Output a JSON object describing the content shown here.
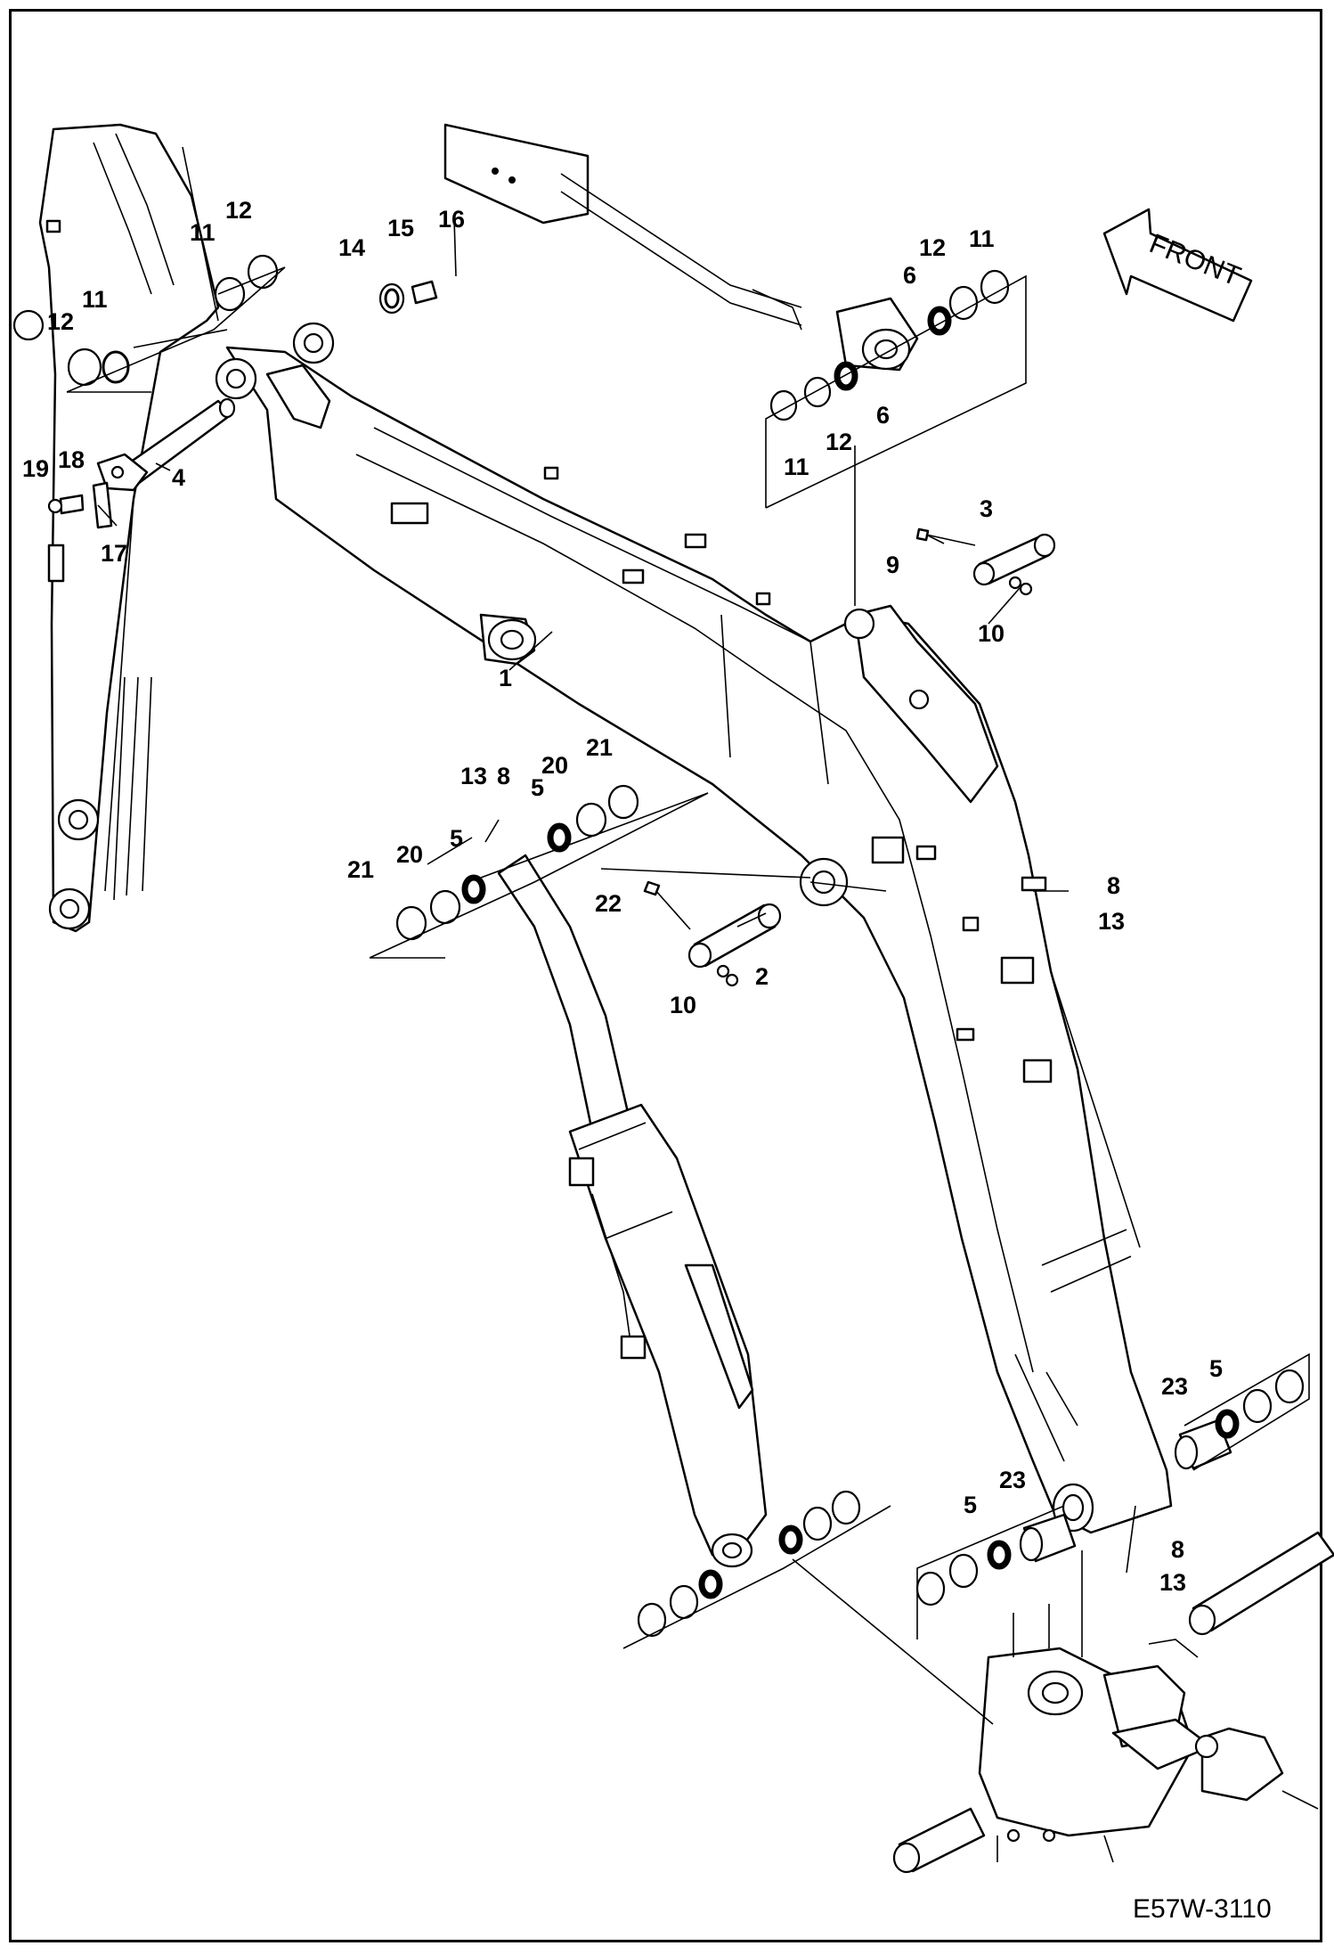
{
  "drawing": {
    "code": "E57W-3110",
    "front_label": "FRONT",
    "callouts": [
      {
        "id": "c1",
        "text": "1"
      },
      {
        "id": "c2",
        "text": "2"
      },
      {
        "id": "c3",
        "text": "3"
      },
      {
        "id": "c4",
        "text": "4"
      },
      {
        "id": "c5a",
        "text": "5"
      },
      {
        "id": "c5b",
        "text": "5"
      },
      {
        "id": "c5c",
        "text": "5"
      },
      {
        "id": "c5d",
        "text": "5"
      },
      {
        "id": "c6a",
        "text": "6"
      },
      {
        "id": "c6b",
        "text": "6"
      },
      {
        "id": "c8a",
        "text": "8"
      },
      {
        "id": "c8b",
        "text": "8"
      },
      {
        "id": "c8c",
        "text": "8"
      },
      {
        "id": "c9",
        "text": "9"
      },
      {
        "id": "c10a",
        "text": "10"
      },
      {
        "id": "c10b",
        "text": "10"
      },
      {
        "id": "c11a",
        "text": "11"
      },
      {
        "id": "c11b",
        "text": "11"
      },
      {
        "id": "c11c",
        "text": "11"
      },
      {
        "id": "c11d",
        "text": "11"
      },
      {
        "id": "c12a",
        "text": "12"
      },
      {
        "id": "c12b",
        "text": "12"
      },
      {
        "id": "c12c",
        "text": "12"
      },
      {
        "id": "c12d",
        "text": "12"
      },
      {
        "id": "c13a",
        "text": "13"
      },
      {
        "id": "c13b",
        "text": "13"
      },
      {
        "id": "c13c",
        "text": "13"
      },
      {
        "id": "c14",
        "text": "14"
      },
      {
        "id": "c15",
        "text": "15"
      },
      {
        "id": "c16",
        "text": "16"
      },
      {
        "id": "c17",
        "text": "17"
      },
      {
        "id": "c18",
        "text": "18"
      },
      {
        "id": "c19",
        "text": "19"
      },
      {
        "id": "c20a",
        "text": "20"
      },
      {
        "id": "c20b",
        "text": "20"
      },
      {
        "id": "c21a",
        "text": "21"
      },
      {
        "id": "c21b",
        "text": "21"
      },
      {
        "id": "c22",
        "text": "22"
      },
      {
        "id": "c23a",
        "text": "23"
      },
      {
        "id": "c23b",
        "text": "23"
      }
    ]
  }
}
